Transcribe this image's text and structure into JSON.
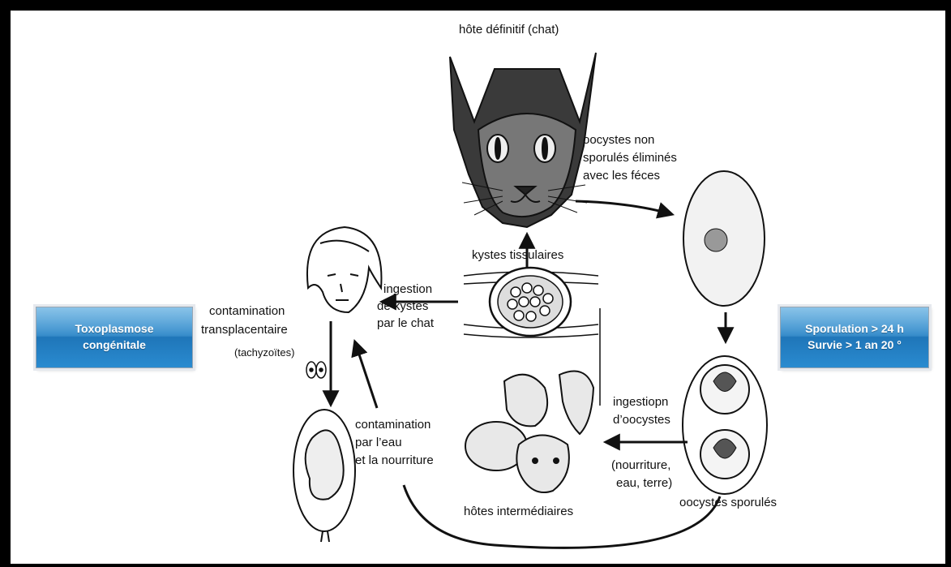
{
  "title_host": "hôte définitif (chat)",
  "label_oocysts_unsporulated": [
    "oocystes non",
    "sporulés éliminés",
    "avec les féces"
  ],
  "label_tissue_cysts": "kystes tissulaires",
  "label_ingestion_cysts": [
    "ingestion",
    "de  kystes",
    "par le chat"
  ],
  "label_transplacental": [
    "contamination",
    "transplacentaire"
  ],
  "label_tachyzoites": "(tachyzoïtes)",
  "label_water_food": [
    "contamination",
    "par l’eau",
    "et la nourriture"
  ],
  "label_ingestion_oocysts": [
    "ingestiopn",
    "d’oocystes"
  ],
  "label_sources": [
    "(nourriture,",
    "eau, terre)"
  ],
  "label_intermediate_hosts": "hôtes intermédiaires",
  "label_sporulated": "oocystes sporulés",
  "box_left": [
    "Toxoplasmose",
    "congénitale"
  ],
  "box_right": [
    "Sporulation > 24 h",
    "Survie > 1 an 20 °"
  ],
  "colors": {
    "box_blue": "#2b86c8",
    "line": "#111111"
  }
}
